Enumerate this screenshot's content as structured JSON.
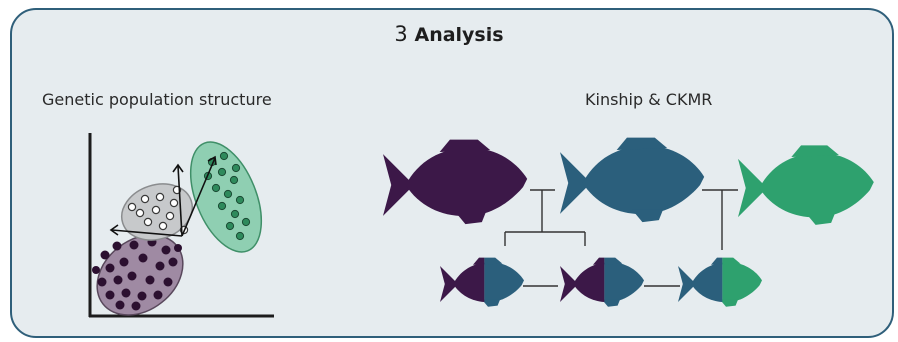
{
  "panel": {
    "step_number": "3",
    "title": "Analysis",
    "left_section_title": "Genetic population structure",
    "right_section_title": "Kinship & CKMR"
  },
  "colors": {
    "panel_bg": "#e6ecef",
    "panel_border": "#2f5f7a",
    "purple": "#3c1848",
    "teal": "#2b5f7c",
    "green": "#2ea16e",
    "cluster_purple_fill": "#9f8aa3",
    "cluster_gray_fill": "#c7c9cb",
    "cluster_green_fill": "#8fcfb2"
  },
  "icons": [
    "fish-icon",
    "axis-arrow-icon"
  ]
}
